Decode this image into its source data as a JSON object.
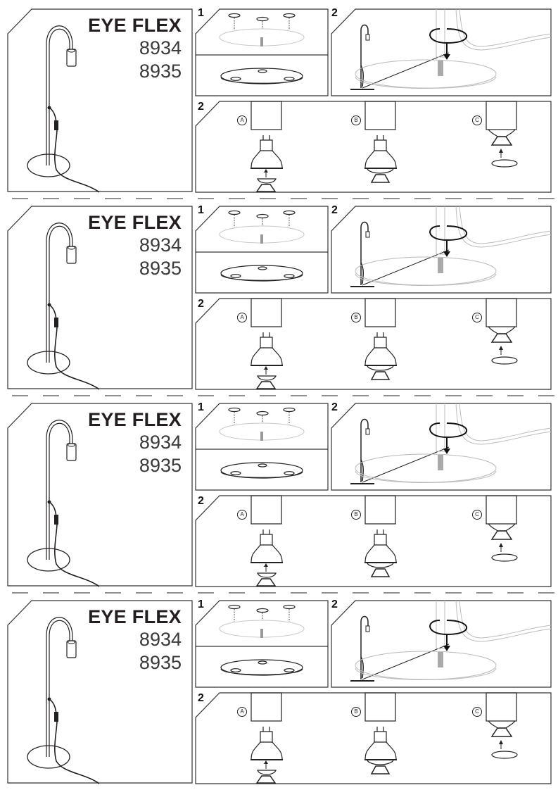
{
  "document": {
    "blocks": [
      {
        "product_name": "EYE FLEX",
        "model_numbers": [
          "8934",
          "8935"
        ],
        "steps": [
          {
            "number": "1",
            "description_icon": "base-screw-assembly-illustration"
          },
          {
            "number": "2",
            "description_icon": "pole-screw-into-base-illustration"
          },
          {
            "number": "2",
            "description_icon": "bulb-installation-illustration",
            "variants": [
              "A",
              "B",
              "C"
            ]
          }
        ]
      },
      {
        "product_name": "EYE FLEX",
        "model_numbers": [
          "8934",
          "8935"
        ],
        "steps": [
          {
            "number": "1",
            "description_icon": "base-screw-assembly-illustration"
          },
          {
            "number": "2",
            "description_icon": "pole-screw-into-base-illustration"
          },
          {
            "number": "2",
            "description_icon": "bulb-installation-illustration",
            "variants": [
              "A",
              "B",
              "C"
            ]
          }
        ]
      },
      {
        "product_name": "EYE FLEX",
        "model_numbers": [
          "8934",
          "8935"
        ],
        "steps": [
          {
            "number": "1",
            "description_icon": "base-screw-assembly-illustration"
          },
          {
            "number": "2",
            "description_icon": "pole-screw-into-base-illustration"
          },
          {
            "number": "2",
            "description_icon": "bulb-installation-illustration",
            "variants": [
              "A",
              "B",
              "C"
            ]
          }
        ]
      },
      {
        "product_name": "EYE FLEX",
        "model_numbers": [
          "8934",
          "8935"
        ],
        "steps": [
          {
            "number": "1",
            "description_icon": "base-screw-assembly-illustration"
          },
          {
            "number": "2",
            "description_icon": "pole-screw-into-base-illustration"
          },
          {
            "number": "2",
            "description_icon": "bulb-installation-illustration",
            "variants": [
              "A",
              "B",
              "C"
            ]
          }
        ]
      }
    ],
    "colors": {
      "ink": "#231f20",
      "light_line": "#bdbdbd",
      "frame": "#333333"
    }
  }
}
